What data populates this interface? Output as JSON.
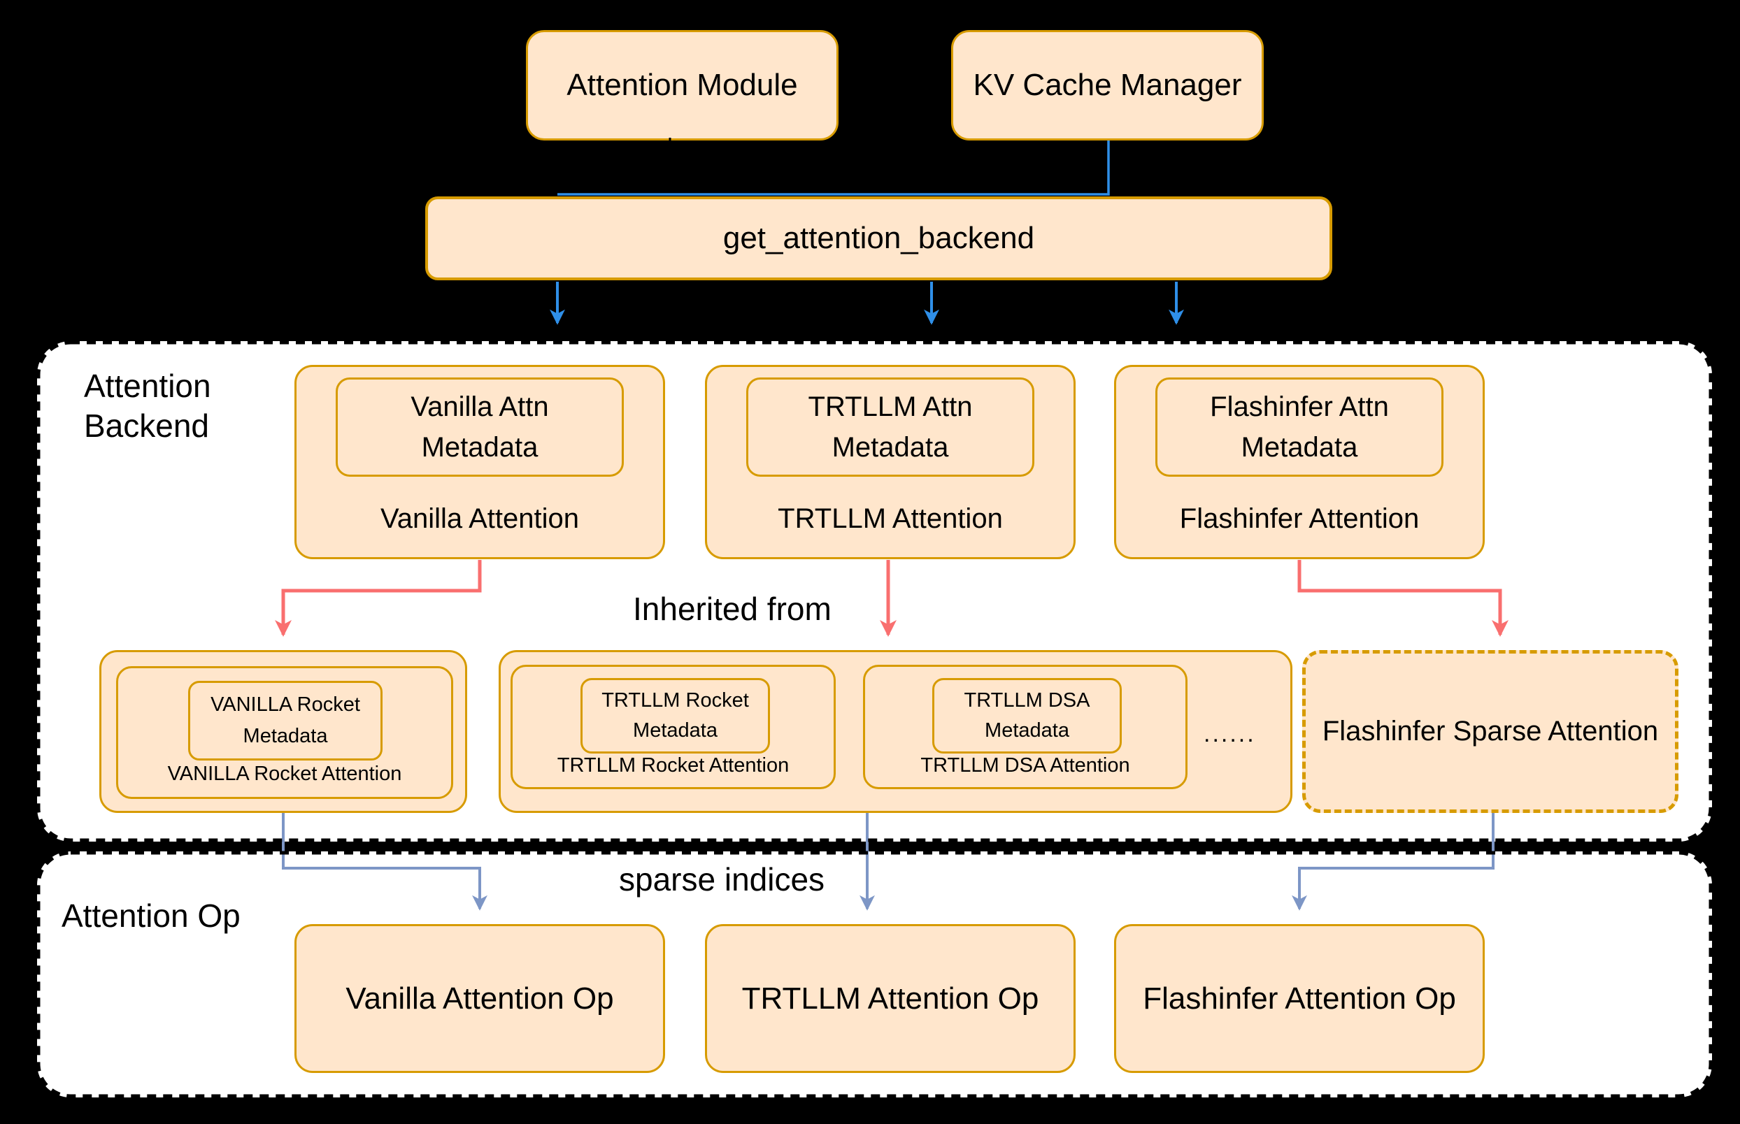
{
  "colors": {
    "background": "#000000",
    "panel": "#FFFFFF",
    "panel_border": "#000000",
    "node_fill": "#FFE6CC",
    "node_stroke": "#D79B00",
    "arrow_blue": "#2F8FE8",
    "arrow_red": "#F96F6F",
    "arrow_slate": "#7D96C6",
    "arrow_black": "#000000",
    "text": "#000000"
  },
  "top": {
    "attention_module": "Attention Module",
    "kv_cache_manager": "KV Cache Manager",
    "get_attention_backend": "get_attention_backend"
  },
  "backend_section": {
    "label_line1": "Attention",
    "label_line2": "Backend",
    "inherited_from_label": "Inherited from",
    "backends": [
      {
        "metadata_line1": "Vanilla Attn",
        "metadata_line2": "Metadata",
        "name": "Vanilla Attention"
      },
      {
        "metadata_line1": "TRTLLM Attn",
        "metadata_line2": "Metadata",
        "name": "TRTLLM Attention"
      },
      {
        "metadata_line1": "Flashinfer Attn",
        "metadata_line2": "Metadata",
        "name": "Flashinfer Attention"
      }
    ],
    "derived": {
      "vanilla_rocket": {
        "metadata_line1": "VANILLA Rocket",
        "metadata_line2": "Metadata",
        "name": "VANILLA Rocket Attention"
      },
      "trtllm_rocket": {
        "metadata_line1": "TRTLLM Rocket",
        "metadata_line2": "Metadata",
        "name": "TRTLLM Rocket Attention"
      },
      "trtllm_dsa": {
        "metadata_line1": "TRTLLM DSA",
        "metadata_line2": "Metadata",
        "name": "TRTLLM DSA Attention"
      },
      "ellipsis": "......",
      "flashinfer_sparse": "Flashinfer Sparse Attention"
    }
  },
  "op_section": {
    "label": "Attention Op",
    "sparse_indices_label": "sparse indices",
    "ops": [
      "Vanilla Attention Op",
      "TRTLLM Attention Op",
      "Flashinfer Attention Op"
    ]
  }
}
